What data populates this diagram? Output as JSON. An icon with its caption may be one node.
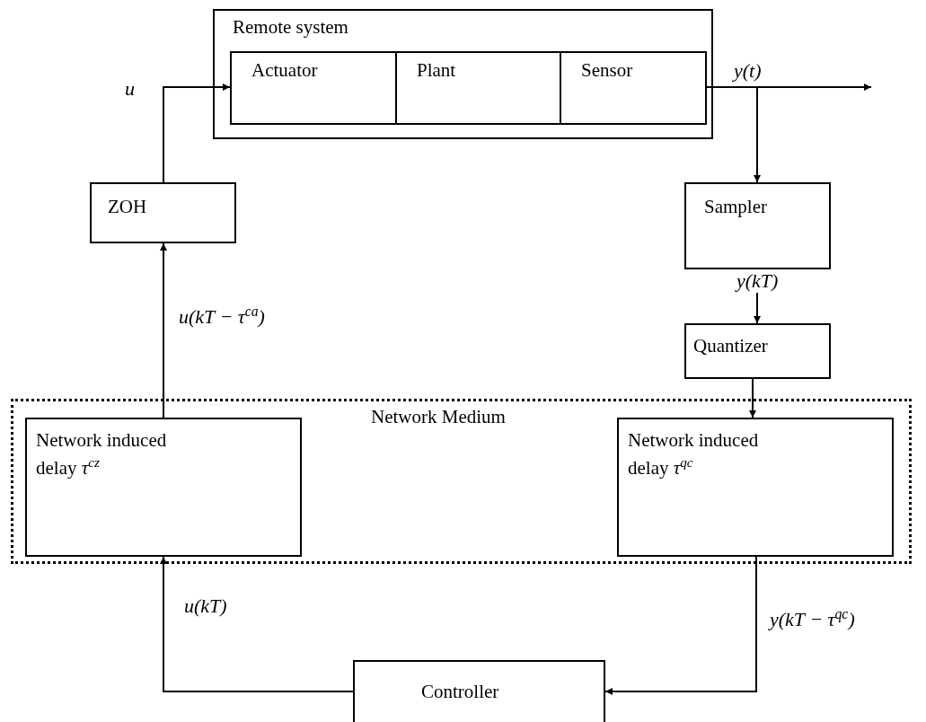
{
  "diagram": {
    "nodes": [
      {
        "text": [
          "Remote system"
        ]
      },
      {
        "text": [
          "Actuator"
        ],
        "in": 0
      },
      {
        "text": [
          "Plant"
        ],
        "in": 0
      },
      {
        "text": [
          "Sensor"
        ],
        "in": 0
      },
      {
        "text": [
          "ZOH"
        ]
      },
      {
        "text": [
          "Sampler"
        ]
      },
      {
        "text": [
          "Quantizer"
        ]
      },
      {
        "text": [
          "Network Medium"
        ]
      },
      {
        "text": [
          "Network induced delay *τ*$^{cz}$"
        ],
        "in": 7
      },
      {
        "text": [
          "Network induced delay *τ*$^{qc}$"
        ],
        "in": 7
      },
      {
        "text": [
          "Controller"
        ]
      }
    ],
    "edges": [
      {
        "from": 4,
        "to": 1,
        "arrow": "to",
        "label": "u"
      },
      {
        "from": 3,
        "to": null,
        "arrow": "to",
        "label": "y(t)"
      },
      {
        "from": 3,
        "to": 5,
        "arrow": "to"
      },
      {
        "from": 5,
        "to": 6,
        "arrow": "to",
        "label": "y(kT)"
      },
      {
        "from": 6,
        "to": 9,
        "arrow": "to"
      },
      {
        "from": 9,
        "to": 10,
        "arrow": "to",
        "label": "y(kT − τ$^{qc}$)"
      },
      {
        "from": 10,
        "to": 8,
        "arrow": "to",
        "label": "u(kT)"
      },
      {
        "from": 8,
        "to": 4,
        "arrow": "to",
        "label": "u(kT − τ$^{ca}$)"
      }
    ]
  }
}
